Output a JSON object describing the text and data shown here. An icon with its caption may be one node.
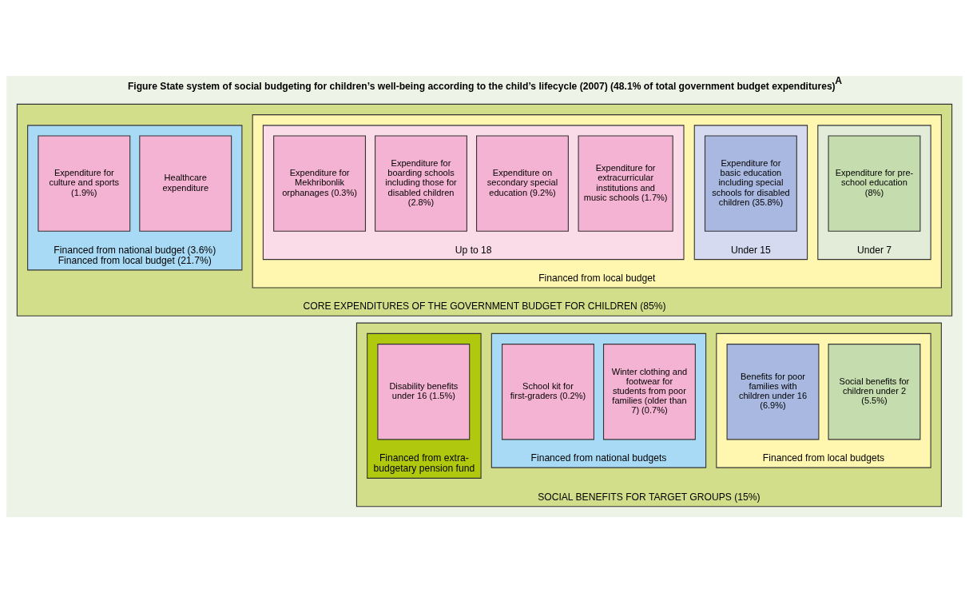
{
  "diagram": {
    "title": "Figure State system of social budgeting for children’s well-being according to the child’s lifecycle (2007) (48.1% of total government budget expenditures)$^{A}$",
    "nodes": [
      {
        "text": [
          "CORE EXPENDITURES OF THE GOVERNMENT BUDGET FOR CHILDREN (85%)"
        ]
      },
      {
        "text": [
          "Financed from local budget"
        ],
        "in": 0
      },
      {
        "text": [
          "Under 7"
        ],
        "in": 1
      },
      {
        "text": [
          "Expenditure for pre-school education (8%)"
        ],
        "in": 2
      },
      {
        "text": [
          "Under 15"
        ],
        "in": 1
      },
      {
        "text": [
          "Expenditure for basic education including special schools for disabled children (35.8%)"
        ],
        "in": 4
      },
      {
        "text": [
          "Up to 18"
        ],
        "in": 1
      },
      {
        "text": [
          "Expenditure for extracurricular institutions and music schools (1.7%)"
        ],
        "in": 6
      },
      {
        "text": [
          "Expenditure on secondary special education (9.2%)"
        ],
        "in": 6
      },
      {
        "text": [
          "Expenditure for boarding schools including those for disabled children (2.8%)"
        ],
        "in": 6
      },
      {
        "text": [
          "Expenditure for Mekhribonlik orphanages (0.3%)"
        ],
        "in": 6
      },
      {
        "text": [
          "Financed from national budget (3.6%) Financed from local budget (21.7%)"
        ],
        "in": 0
      },
      {
        "text": [
          "Healthcare expenditure"
        ],
        "in": 11
      },
      {
        "text": [
          "Expenditure for culture and sports (1.9%)"
        ],
        "in": 11
      },
      {
        "text": [
          "SOCIAL BENEFITS FOR TARGET GROUPS (15%)"
        ]
      },
      {
        "text": [
          "Financed from local budgets"
        ],
        "in": 14
      },
      {
        "text": [
          "Social benefits for children under 2 (5.5%)"
        ],
        "in": 15
      },
      {
        "text": [
          "Benefits for poor families with children under 16 (6.9%)"
        ],
        "in": 15
      },
      {
        "text": [
          "Financed from national budgets"
        ],
        "in": 14
      },
      {
        "text": [
          "Winter clothing and footwear for students from poor families (older than 7) (0.7%)"
        ],
        "in": 18
      },
      {
        "text": [
          "School kit for first-graders (0.2%)"
        ],
        "in": 18
      },
      {
        "text": [
          "Financed from extra-budgetary pension fund"
        ],
        "in": 14
      },
      {
        "text": [
          "Disability benefits under 16 (1.5%)"
        ],
        "in": 21
      }
    ],
    "edges": []
  }
}
